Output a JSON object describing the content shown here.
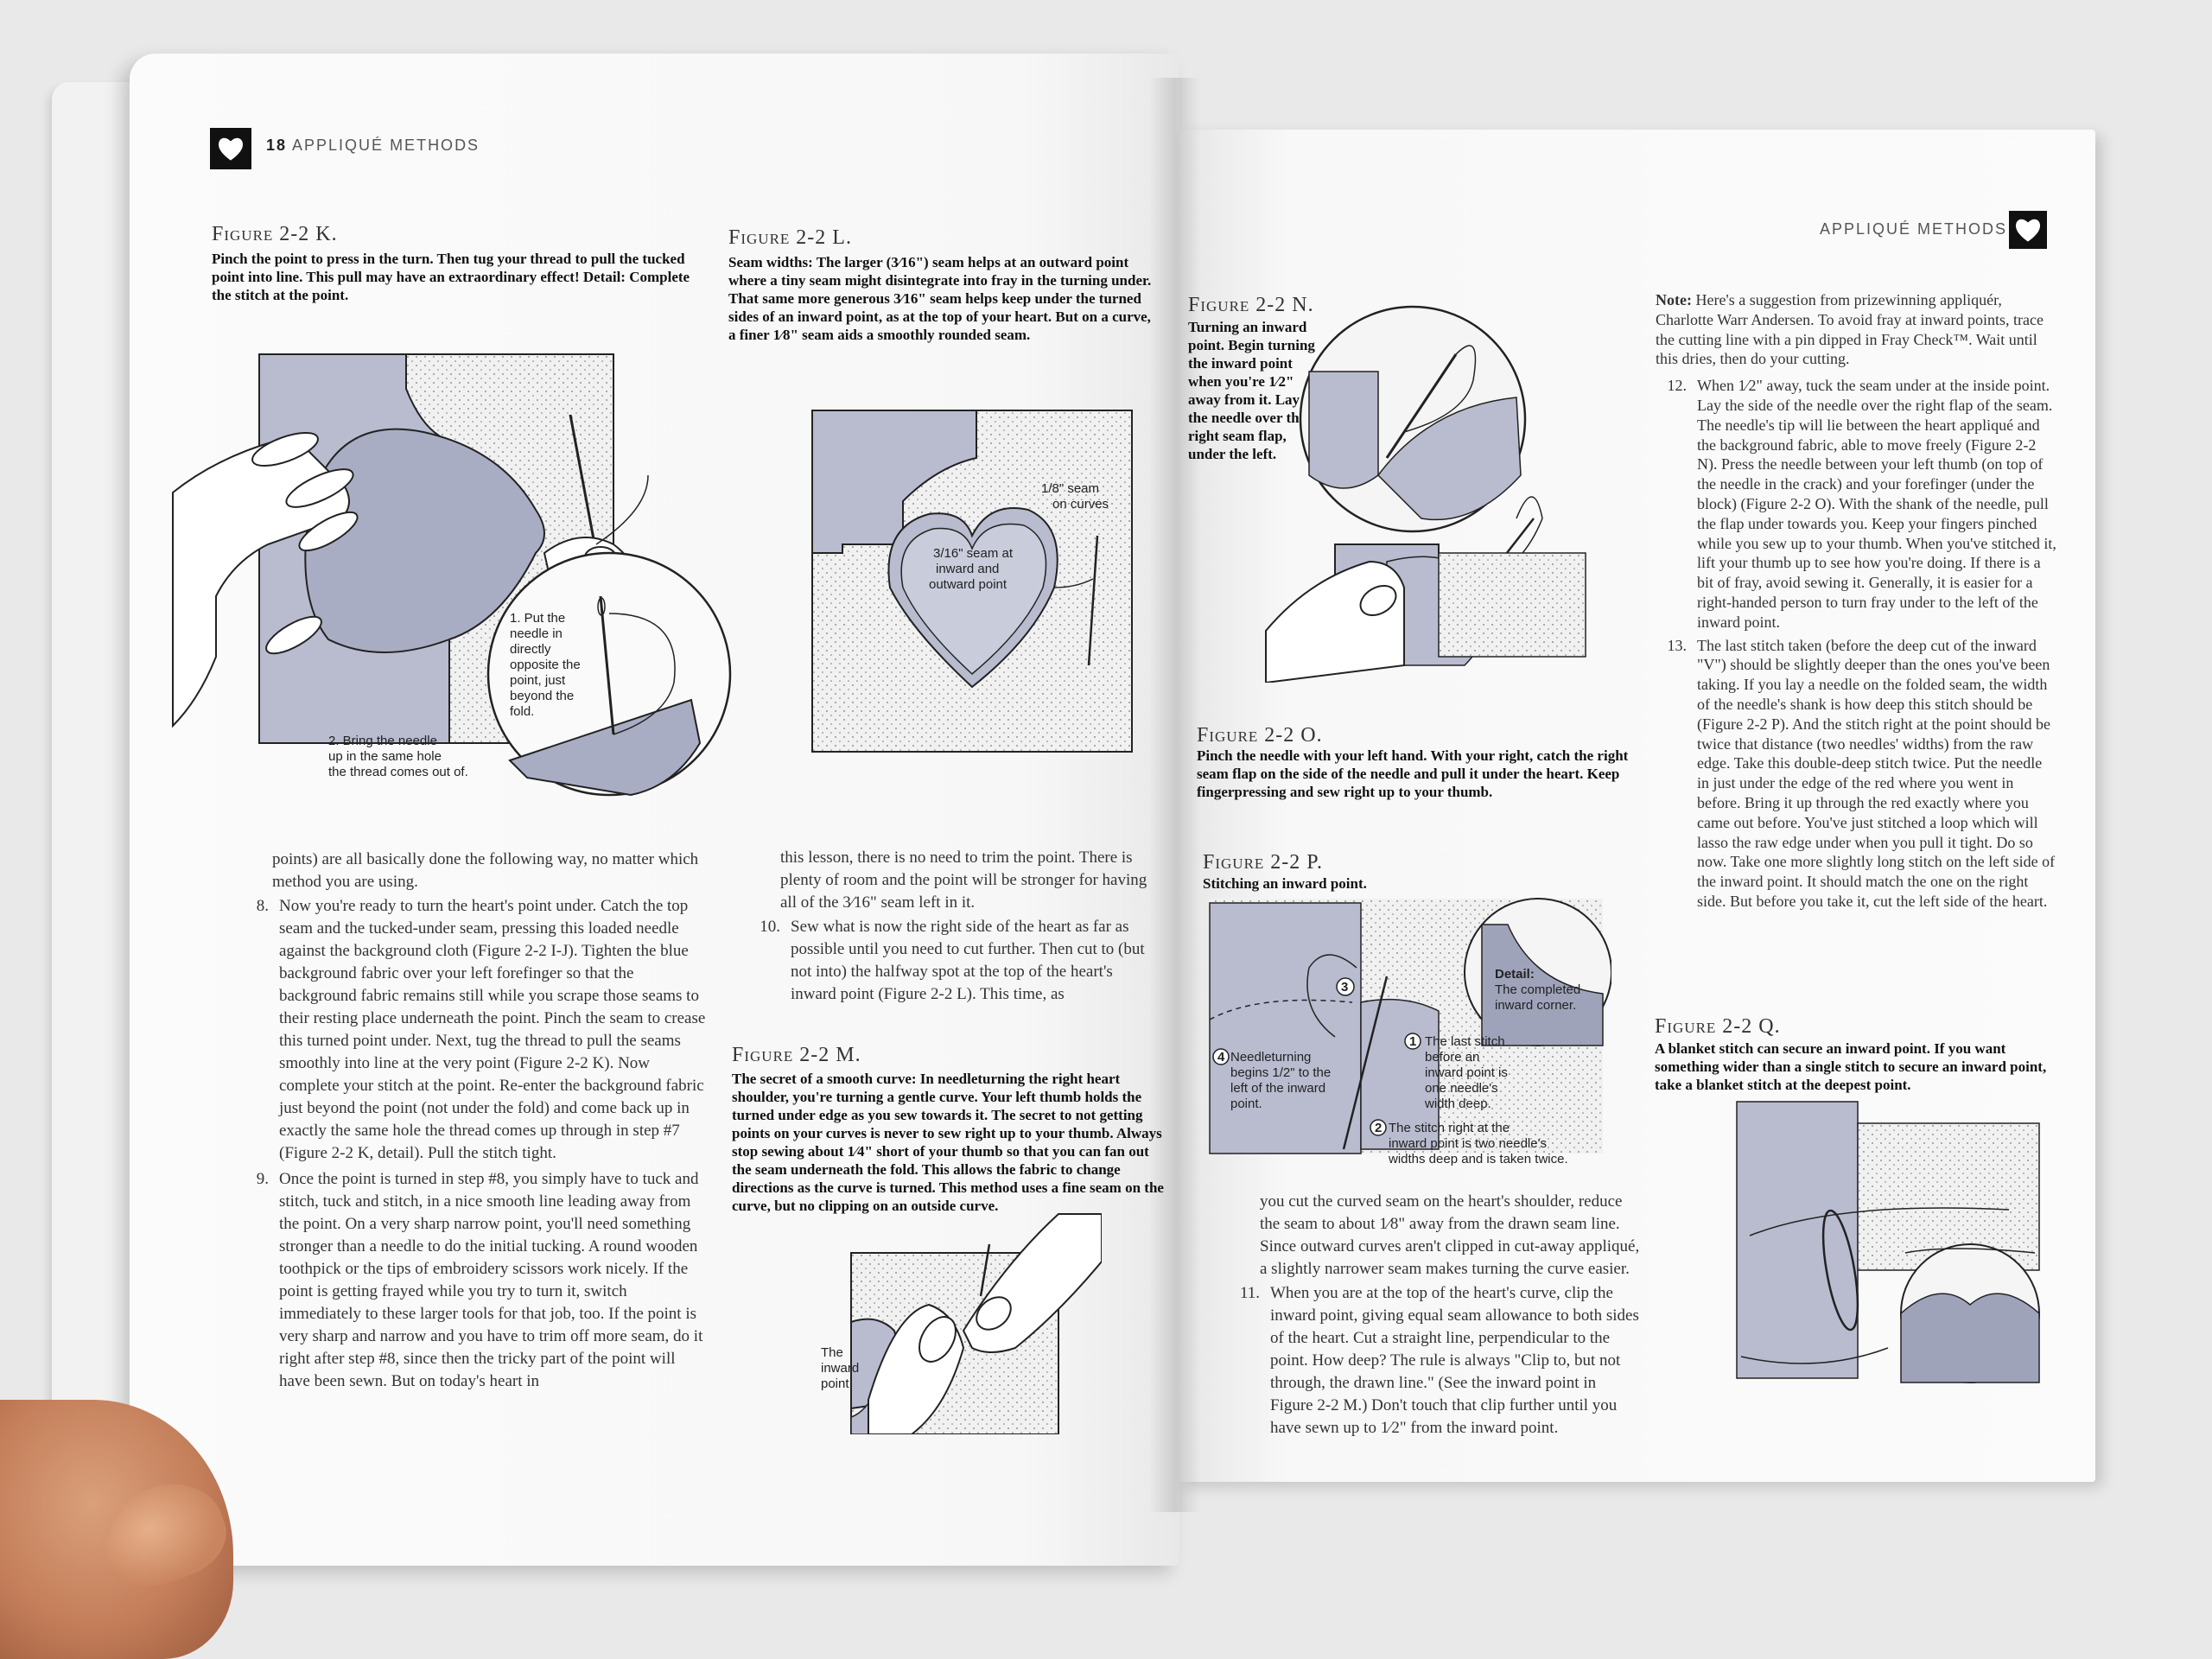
{
  "left_page": {
    "page_number": "18",
    "running_head": "APPLIQUÉ METHODS",
    "heart_icon": "heart-icon",
    "figure_k": {
      "title": "Figure 2-2 K.",
      "caption": "Pinch the point to press in the turn. Then tug your thread to pull the tucked point into line. This pull may have an extraordinary effect! Detail: Complete the stitch at the point.",
      "label_1": [
        "1. Put the",
        "needle in",
        "directly",
        "opposite the",
        "point, just",
        "beyond the",
        "fold."
      ],
      "label_2": [
        "2. Bring the needle",
        "up in the same hole",
        "the thread comes out of."
      ]
    },
    "figure_l": {
      "title": "Figure 2-2 L.",
      "caption": "Seam widths: The larger (3⁄16\") seam helps at an outward point where a tiny seam might disintegrate into fray in the turning under. That same more generous 3⁄16\" seam helps keep under the turned sides of an inward point, as at the top of your heart. But on a curve, a finer 1⁄8\" seam aids a smoothly rounded seam.",
      "label_seam_curves": [
        "1/8\" seam",
        "on curves"
      ],
      "label_seam_points": [
        "3/16\" seam at",
        "inward and",
        "outward point"
      ]
    },
    "column_1_text": {
      "continuation": "points) are all basically done the following way, no matter which method you are using.",
      "steps": [
        {
          "num": "8.",
          "text": "Now you're ready to turn the heart's point under. Catch the top seam and the tucked-under seam, pressing this loaded needle against the background cloth (Figure 2-2 I-J). Tighten the blue background fabric over your left forefinger so that the background fabric remains still while you scrape those seams to their resting place underneath the point. Pinch the seam to crease this turned point under. Next, tug the thread to pull the seams smoothly into line at the very point (Figure 2-2 K). Now complete your stitch at the point. Re-enter the background fabric just beyond the point (not under the fold) and come back up in exactly the same hole the thread comes up through in step #7 (Figure 2-2 K, detail). Pull the stitch tight."
        },
        {
          "num": "9.",
          "text": "Once the point is turned in step #8, you simply have to tuck and stitch, tuck and stitch, in a nice smooth line leading away from the point. On a very sharp narrow point, you'll need something stronger than a needle to do the initial tucking. A round wooden toothpick or the tips of embroidery scissors work nicely. If the point is getting frayed while you try to turn it, switch immediately to these larger tools for that job, too. If the point is very sharp and narrow and you have to trim off more seam, do it right after step #8, since then the tricky part of the point will have been sewn. But on today's heart in"
        }
      ]
    },
    "column_2_text": {
      "continuation": "this lesson, there is no need to trim the point. There is plenty of room and the point will be stronger for having all of the 3⁄16\" seam left in it.",
      "steps": [
        {
          "num": "10.",
          "text": "Sew what is now the right side of the heart as far as possible until you need to cut further. Then cut to (but not into) the halfway spot at the top of the heart's inward point (Figure 2-2 L). This time, as"
        }
      ]
    },
    "figure_m": {
      "title": "Figure 2-2 M.",
      "caption": "The secret of a smooth curve: In needleturning the right heart shoulder, you're turning a gentle curve. Your left thumb holds the turned under edge as you sew towards it. The secret to not getting points on your curves is never to sew right up to your thumb. Always stop sewing about 1⁄4\" short of your thumb so that you can fan out the seam underneath the fold. This allows the fabric to change directions as the curve is turned. This method uses a fine seam on the curve, but no clipping on an outside curve.",
      "label_point": [
        "The",
        "inward",
        "point"
      ]
    }
  },
  "right_page": {
    "page_number": "19",
    "running_head": "APPLIQUÉ METHODS",
    "heart_icon": "heart-icon",
    "figure_n": {
      "title": "Figure 2-2 N.",
      "caption": "Turning an inward point. Begin turning the inward point when you're 1⁄2\" away from it. Lay the needle over the right seam flap, under the left."
    },
    "figure_o": {
      "title": "Figure 2-2 O.",
      "caption": "Pinch the needle with your left hand. With your right, catch the right seam flap on the side of the needle and pull it under the heart. Keep fingerpressing and sew right up to your thumb."
    },
    "figure_p": {
      "title": "Figure 2-2 P.",
      "caption": "Stitching an inward point.",
      "detail_label": [
        "Detail:",
        "The completed",
        "inward corner."
      ],
      "label_1": [
        "The last stitch",
        "before an",
        "inward point is",
        "one needle's",
        "width deep."
      ],
      "label_2": [
        "The stitch right at the",
        "inward point is two needle's",
        "widths deep and is taken twice."
      ],
      "label_3": "3",
      "label_4": [
        "Needleturning",
        "begins 1/2\" to the",
        "left of the inward",
        "point."
      ]
    },
    "column_1_text": {
      "continuation": "you cut the curved seam on the heart's shoulder, reduce the seam to about 1⁄8\" away from the drawn seam line. Since outward curves aren't clipped in cut-away appliqué, a slightly narrower seam makes turning the curve easier.",
      "steps": [
        {
          "num": "11.",
          "text": "When you are at the top of the heart's curve, clip the inward point, giving equal seam allowance to both sides of the heart. Cut a straight line, perpendicular to the point. How deep? The rule is always \"Clip to, but not through, the drawn line.\" (See the inward point in Figure 2-2 M.) Don't touch that clip further until you have sewn up to 1⁄2\" from the inward point."
        }
      ]
    },
    "column_2_text": {
      "note_label": "Note:",
      "note": "Here's a suggestion from prizewinning appliquér, Charlotte Warr Andersen. To avoid fray at inward points, trace the cutting line with a pin dipped in Fray Check™. Wait until this dries, then do your cutting.",
      "steps": [
        {
          "num": "12.",
          "text": "When 1⁄2\" away, tuck the seam under at the inside point. Lay the side of the needle over the right flap of the seam. The needle's tip will lie between the heart appliqué and the background fabric, able to move freely (Figure 2-2 N). Press the needle between your left thumb (on top of the needle in the crack) and your forefinger (under the block) (Figure 2-2 O). With the shank of the needle, pull the flap under towards you. Keep your fingers pinched while you sew up to your thumb. When you've stitched it, lift your thumb up to see how you're doing. If there is a bit of fray, avoid sewing it. Generally, it is easier for a right-handed person to turn fray under to the left of the inward point."
        },
        {
          "num": "13.",
          "text": "The last stitch taken (before the deep cut of the inward \"V\") should be slightly deeper than the ones you've been taking. If you lay a needle on the folded seam, the width of the needle's shank is how deep this stitch should be (Figure 2-2 P). And the stitch right at the point should be twice that distance (two needles' widths) from the raw edge. Take this double-deep stitch twice. Put the needle in just under the edge of the red where you went in before. Bring it up through the red exactly where you came out before. You've just stitched a loop which will lasso the raw edge under when you pull it tight. Do so now. Take one more slightly long stitch on the left side of the inward point. It should match the one on the right side. But before you take it, cut the left side of the heart."
        }
      ]
    },
    "figure_q": {
      "title": "Figure 2-2 Q.",
      "caption": "A blanket stitch can secure an inward point. If you want something wider than a single stitch to secure an inward point, take a blanket stitch at the deepest point."
    }
  },
  "colors": {
    "fabric_blue": "#b9bccf",
    "fabric_dark": "#9fa3ba",
    "background_fabric": "#eeeeee",
    "ink": "#222222"
  }
}
